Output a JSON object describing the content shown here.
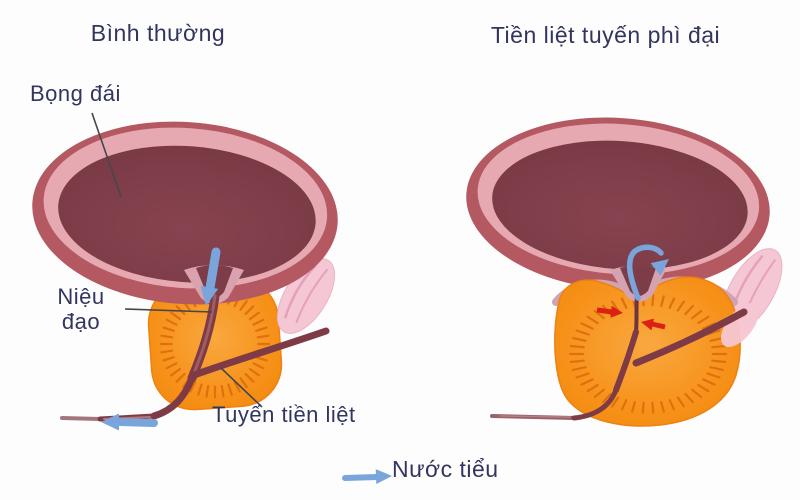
{
  "figure": {
    "type": "medical-illustration",
    "topic": "Normal prostate vs enlarged prostate (benign prostatic hyperplasia)",
    "panels": [
      {
        "id": "normal",
        "title": "Bình thường"
      },
      {
        "id": "enlarged",
        "title": "Tiền liệt tuyến phì đại"
      }
    ],
    "labels": {
      "bladder": "Bọng đái",
      "urethra": "Niệu đạo",
      "prostate": "Tuyến tiền liệt"
    },
    "legend": {
      "urine_label": "Nước tiểu"
    },
    "colors": {
      "label_text": "#32355e",
      "bladder_wall": "#b45962",
      "bladder_lining": "#e7a9b1",
      "bladder_interior": "#7c3d48",
      "prostate": "#f7941e",
      "prostate_ticks": "#e0700d",
      "urethra": "#7e3b46",
      "seminal_vesicle": "#f5c6d3",
      "urine_arrow": "#79a5da",
      "compression_arrow": "#dc2014",
      "background": "#fdfdfd"
    }
  }
}
